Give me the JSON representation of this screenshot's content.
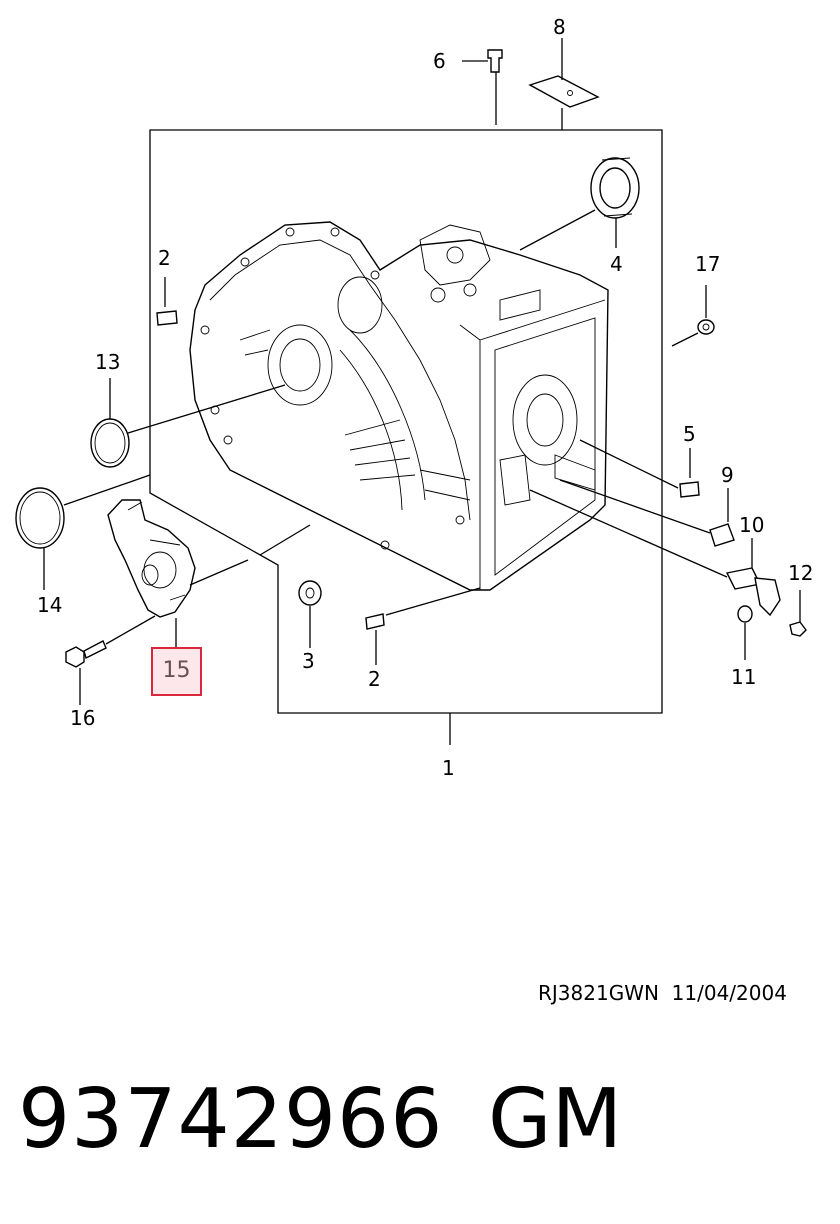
{
  "diagram": {
    "callouts": {
      "c1": "1",
      "c2a": "2",
      "c2b": "2",
      "c3": "3",
      "c4": "4",
      "c5": "5",
      "c6": "6",
      "c8": "8",
      "c9": "9",
      "c10": "10",
      "c11": "11",
      "c12": "12",
      "c13": "13",
      "c14": "14",
      "c15": "15",
      "c16": "16",
      "c17": "17"
    },
    "highlighted_callout": "15",
    "highlight_color": "#d9283c"
  },
  "reference": {
    "code": "RJ3821GWN",
    "date": "11/04/2004"
  },
  "footer": {
    "part_number": "93742966",
    "brand": "GM"
  }
}
